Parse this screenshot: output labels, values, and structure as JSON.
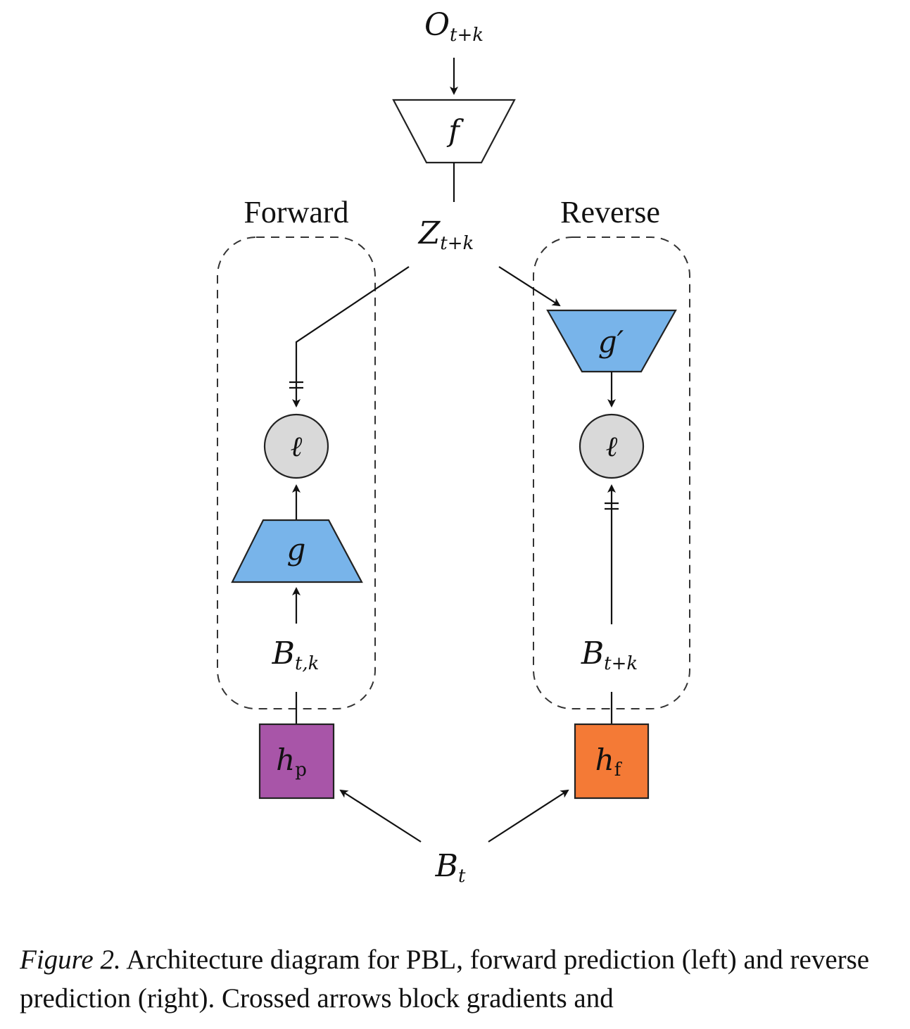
{
  "colors": {
    "blue": "#78b4ea",
    "purple": "#a855a8",
    "orange": "#f47a36",
    "loss_fill": "#d9d9d9",
    "stroke": "#222222"
  },
  "nodes": {
    "o_tk": {
      "base": "O",
      "sub": "t+k"
    },
    "f": {
      "label": "f"
    },
    "z_tk": {
      "base": "Z",
      "sub": "t+k"
    },
    "g": {
      "label": "g"
    },
    "g_prime": {
      "label": "g′"
    },
    "loss_left": {
      "label": "ℓ"
    },
    "loss_right": {
      "label": "ℓ"
    },
    "b_tk_forward": {
      "base": "B",
      "sub": "t,k"
    },
    "b_tk_reverse": {
      "base": "B",
      "sub": "t+k"
    },
    "h_p": {
      "base": "h",
      "sub": "p"
    },
    "h_f": {
      "base": "h",
      "sub": "f"
    },
    "b_t": {
      "base": "B",
      "sub": "t"
    }
  },
  "groups": {
    "forward": "Forward",
    "reverse": "Reverse"
  },
  "caption": {
    "figure_label": "Figure 2.",
    "text": " Architecture diagram for PBL, forward prediction (left) and reverse prediction (right). Crossed arrows block gradients and"
  }
}
